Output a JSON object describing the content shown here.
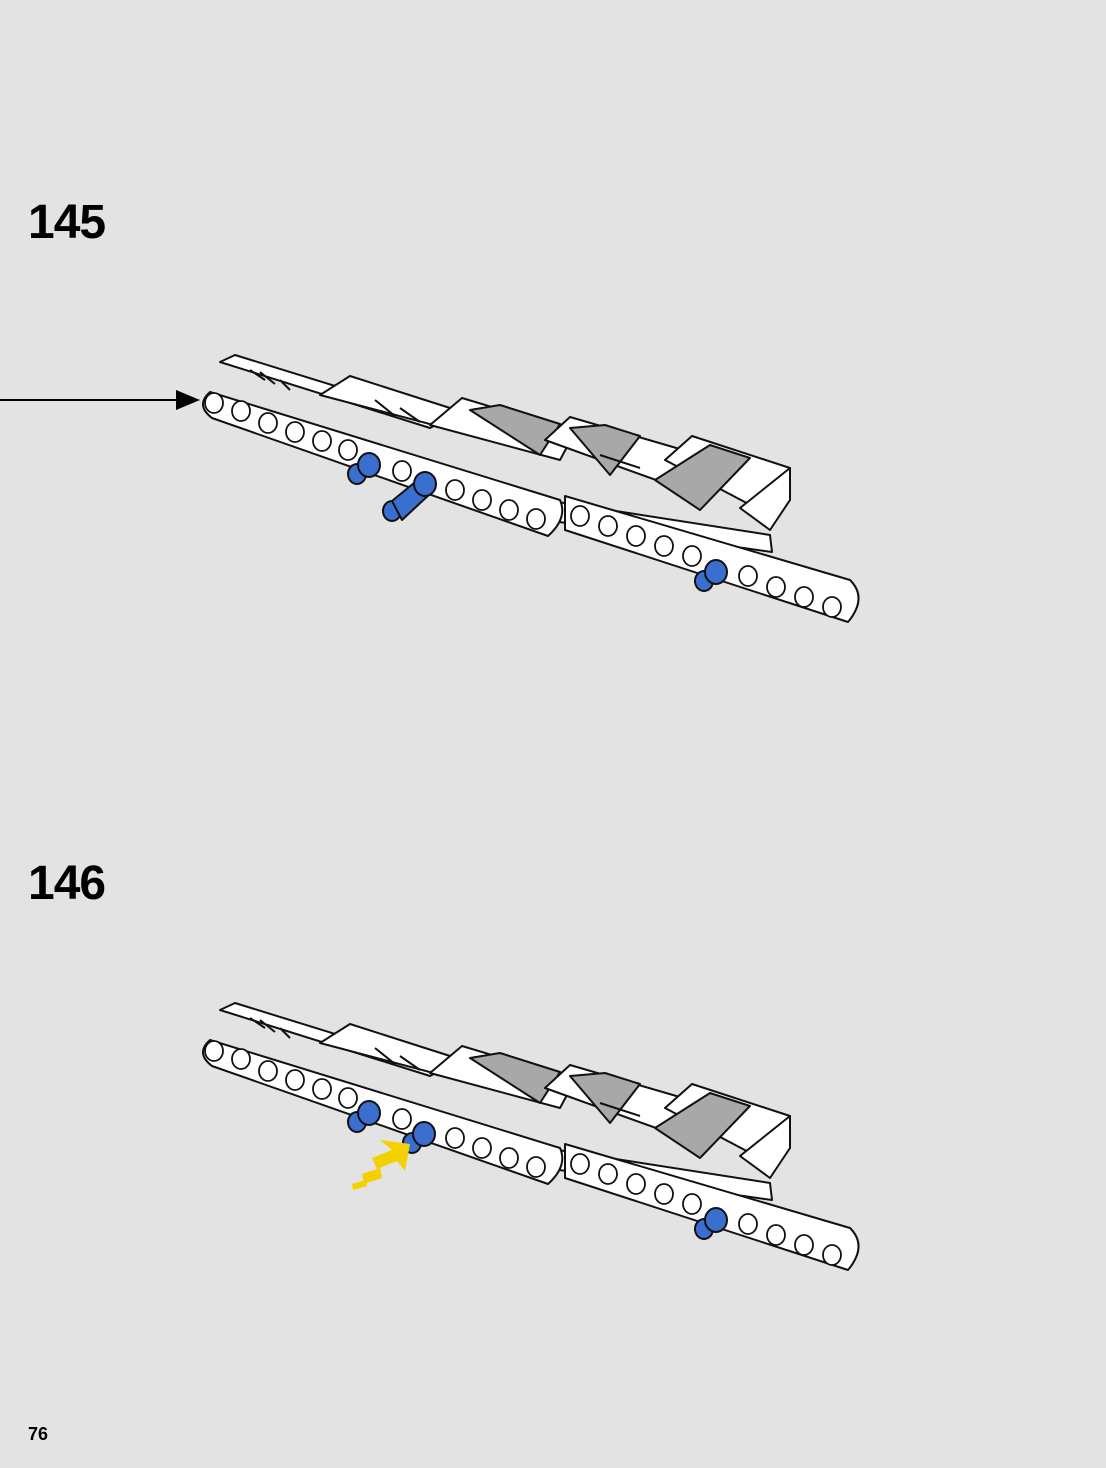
{
  "page": {
    "number": "76"
  },
  "steps": [
    {
      "number": "145",
      "note_icon": "insertion-line-arrow-icon"
    },
    {
      "number": "146",
      "note_icon": "yellow-push-arrow-icon"
    }
  ],
  "colors": {
    "background": "#e3e3e3",
    "beam": "#ffffff",
    "beam_shade": "#a9a9a9",
    "pin_blue": "#3a6fd0",
    "push_arrow": "#f5d000"
  }
}
